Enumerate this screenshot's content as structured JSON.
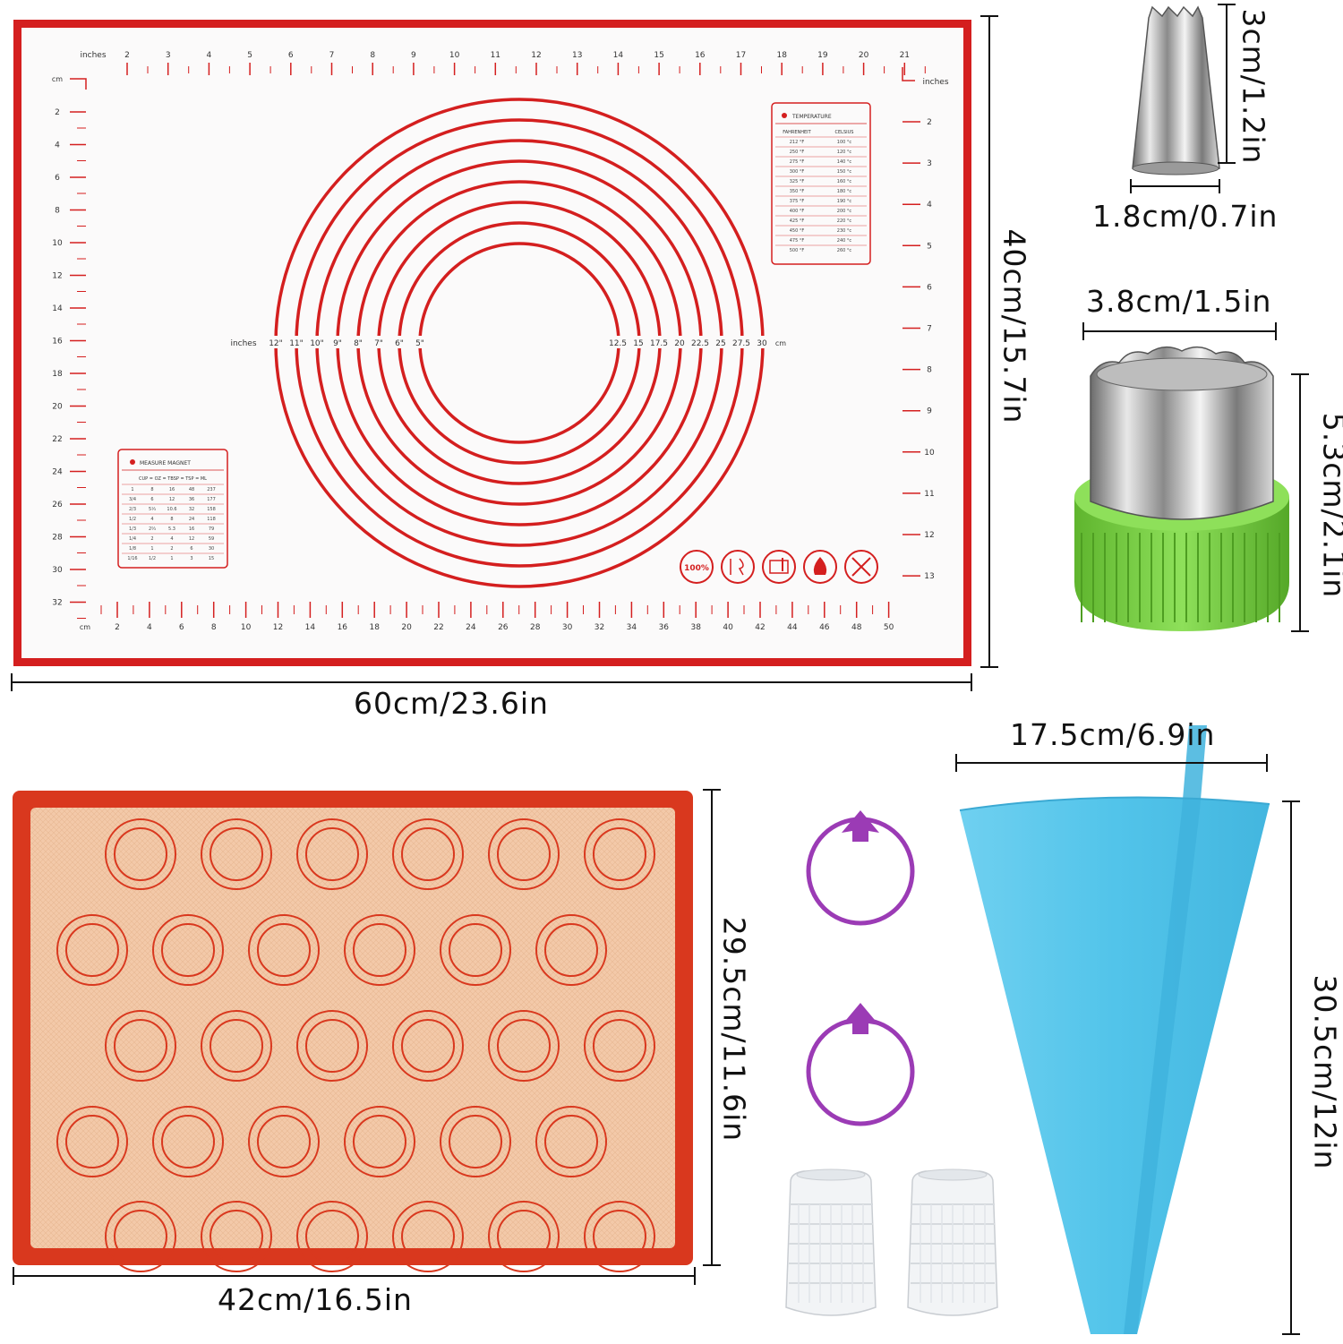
{
  "colors": {
    "mat_red": "#d41f1f",
    "macaron_mat_border": "#d9381e",
    "macaron_mat_fill": "#f3c9a9",
    "piping_bag": "#52c4ea",
    "cutter_base": "#7ed44a",
    "ring_purple": "#9b3bb5"
  },
  "dimensions": {
    "pastry_mat_width": "60cm/23.6in",
    "pastry_mat_height": "40cm/15.7in",
    "macaron_mat_width": "42cm/16.5in",
    "macaron_mat_height": "29.5cm/11.6in",
    "tip_height": "3cm/1.2in",
    "tip_width": "1.8cm/0.7in",
    "cutter_width": "3.8cm/1.5in",
    "cutter_height": "5.3cm/2.1in",
    "bag_width": "17.5cm/6.9in",
    "bag_height": "30.5cm/12in"
  },
  "pastry_mat": {
    "inches_label": "inches",
    "cm_label": "cm",
    "top_ruler": [
      "2",
      "3",
      "4",
      "5",
      "6",
      "7",
      "8",
      "9",
      "10",
      "11",
      "12",
      "13",
      "14",
      "15",
      "16",
      "17",
      "18",
      "19",
      "20",
      "21"
    ],
    "left_ruler": [
      "2",
      "4",
      "6",
      "8",
      "10",
      "12",
      "14",
      "16",
      "18",
      "20",
      "22",
      "24",
      "26",
      "28",
      "30",
      "32"
    ],
    "bottom_ruler": [
      "2",
      "4",
      "6",
      "8",
      "10",
      "12",
      "14",
      "16",
      "18",
      "20",
      "22",
      "24",
      "26",
      "28",
      "30",
      "32",
      "34",
      "36",
      "38",
      "40",
      "42",
      "44",
      "46",
      "48",
      "50"
    ],
    "right_ruler": [
      "2",
      "3",
      "4",
      "5",
      "6",
      "7",
      "8",
      "9",
      "10",
      "11",
      "12",
      "13"
    ],
    "circle_inch_labels": [
      "12\"",
      "11\"",
      "10\"",
      "9\"",
      "8\"",
      "7\"",
      "6\"",
      "5\""
    ],
    "circle_cm_labels": [
      "12.5",
      "15",
      "17.5",
      "20",
      "22.5",
      "25",
      "27.5",
      "30"
    ],
    "temperature_table": {
      "title": "TEMPERATURE",
      "headers": [
        "FAHRENHEIT",
        "CELSIUS"
      ],
      "rows": [
        [
          "212 °F",
          "100 °c"
        ],
        [
          "250 °F",
          "120 °c"
        ],
        [
          "275 °F",
          "140 °c"
        ],
        [
          "300 °F",
          "150 °c"
        ],
        [
          "325 °F",
          "160 °c"
        ],
        [
          "350 °F",
          "180 °c"
        ],
        [
          "375 °F",
          "190 °c"
        ],
        [
          "400 °F",
          "200 °c"
        ],
        [
          "425 °F",
          "220 °c"
        ],
        [
          "450 °F",
          "230 °c"
        ],
        [
          "475 °F",
          "240 °c"
        ],
        [
          "500 °F",
          "260 °c"
        ]
      ]
    },
    "measure_table": {
      "title": "MEASURE MAGNET",
      "header": "CUP = OZ = TBSP = TSP = ML",
      "rows": [
        [
          "1",
          "8",
          "16",
          "48",
          "237"
        ],
        [
          "3/4",
          "6",
          "12",
          "36",
          "177"
        ],
        [
          "2/3",
          "5⅓",
          "10.6",
          "32",
          "158"
        ],
        [
          "1/2",
          "4",
          "8",
          "24",
          "118"
        ],
        [
          "1/3",
          "2⅔",
          "5.3",
          "16",
          "79"
        ],
        [
          "1/4",
          "2",
          "4",
          "12",
          "59"
        ],
        [
          "1/8",
          "1",
          "2",
          "6",
          "30"
        ],
        [
          "1/16",
          "1/2",
          "1",
          "3",
          "15"
        ]
      ]
    },
    "badge_text": "100%"
  }
}
